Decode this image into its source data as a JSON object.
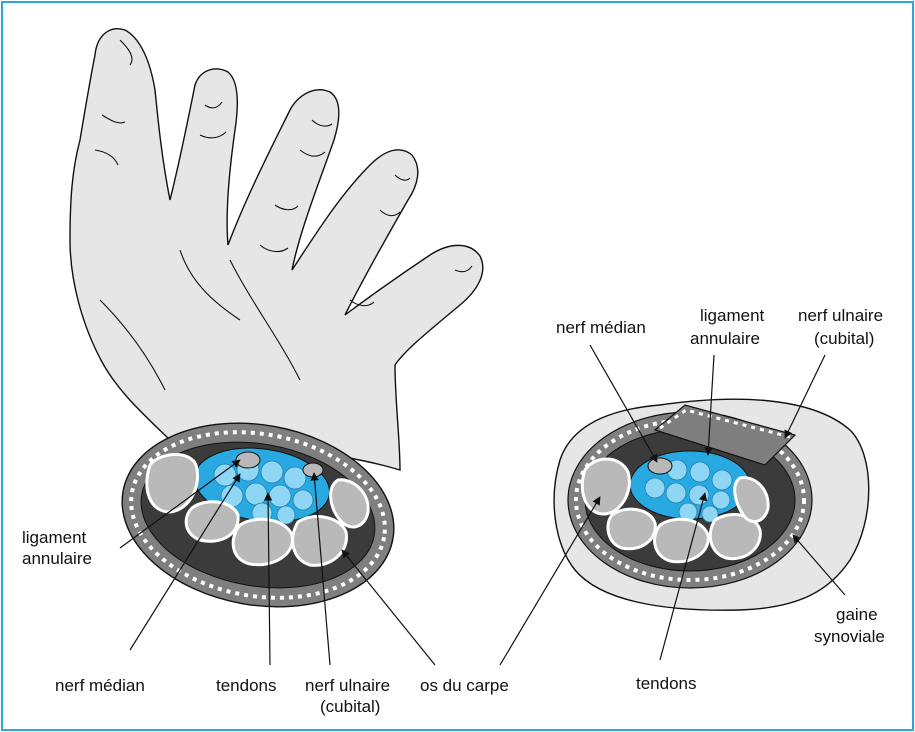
{
  "colors": {
    "border": "#29a8e0",
    "skin": "#e6e6e6",
    "bone": "#b9b9b9",
    "tissue_dark": "#3b3b3b",
    "tissue_mid": "#7f7f7f",
    "tendon_blue": "#28a9e1",
    "tendon_light": "#8fd6f5"
  },
  "left_figure": {
    "labels": {
      "ligament_1": "ligament",
      "ligament_2": "annulaire",
      "nerf_median": "nerf médian",
      "tendons": "tendons",
      "nerf_ulnaire_1": "nerf ulnaire",
      "nerf_ulnaire_2": "(cubital)",
      "os_du_carpe": "os du carpe"
    }
  },
  "right_figure": {
    "labels": {
      "nerf_median": "nerf médian",
      "ligament_1": "ligament",
      "ligament_2": "annulaire",
      "nerf_ulnaire_1": "nerf ulnaire",
      "nerf_ulnaire_2": "(cubital)",
      "gaine_1": "gaine",
      "gaine_2": "synoviale",
      "tendons": "tendons"
    }
  }
}
